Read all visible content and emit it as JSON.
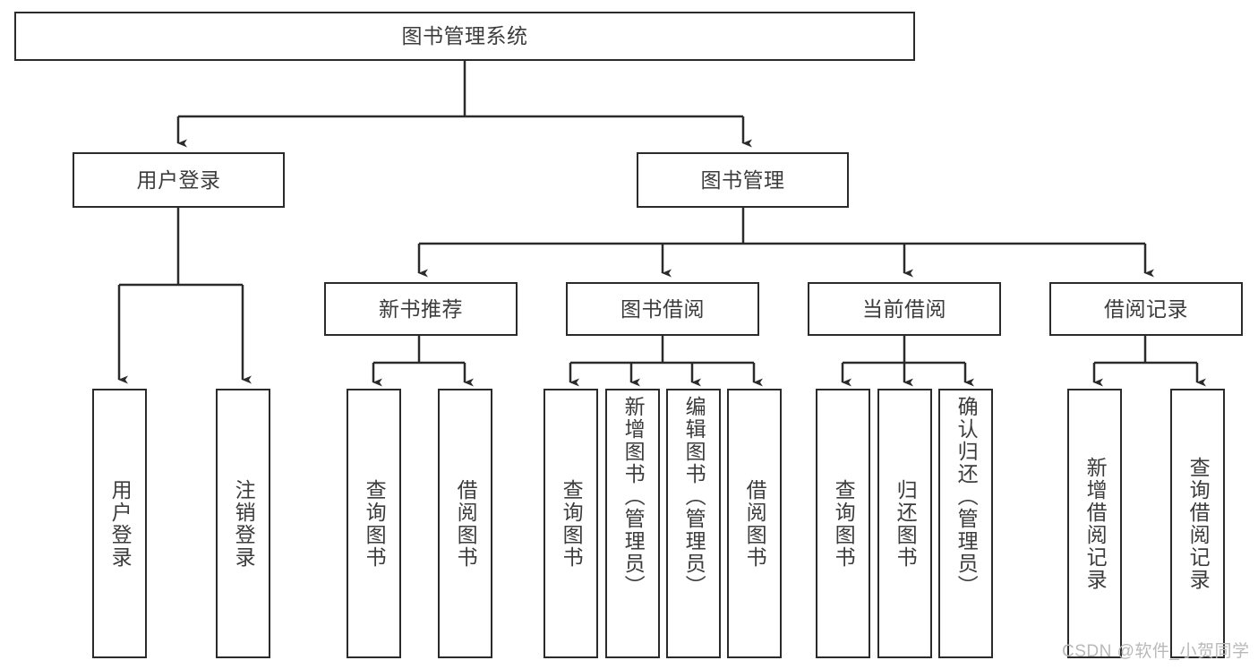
{
  "diagram": {
    "type": "tree",
    "title_node": {
      "label": "图书管理系统"
    },
    "level2": [
      {
        "id": "user-login",
        "label": "用户登录"
      },
      {
        "id": "book-management",
        "label": "图书管理"
      }
    ],
    "level3": [
      {
        "id": "new-book-recommend",
        "label": "新书推荐"
      },
      {
        "id": "book-borrow",
        "label": "图书借阅"
      },
      {
        "id": "current-borrow",
        "label": "当前借阅"
      },
      {
        "id": "borrow-record",
        "label": "借阅记录"
      }
    ],
    "leaves": [
      {
        "id": "leaf-user-login",
        "label": "用户登录"
      },
      {
        "id": "leaf-logout-login",
        "label": "注销登录"
      },
      {
        "id": "leaf-query-book-1",
        "label": "查询图书"
      },
      {
        "id": "leaf-borrow-book-1",
        "label": "借阅图书"
      },
      {
        "id": "leaf-query-book-2",
        "label": "查询图书"
      },
      {
        "id": "leaf-add-book",
        "label": "新增图书（管理员）"
      },
      {
        "id": "leaf-edit-book",
        "label": "编辑图书（管理员）"
      },
      {
        "id": "leaf-borrow-book-2",
        "label": "借阅图书"
      },
      {
        "id": "leaf-query-book-3",
        "label": "查询图书"
      },
      {
        "id": "leaf-return-book",
        "label": "归还图书"
      },
      {
        "id": "leaf-confirm-return",
        "label": "确认归还（管理员）"
      },
      {
        "id": "leaf-add-borrow-record",
        "label": "新增借阅记录"
      },
      {
        "id": "leaf-query-borrow-record",
        "label": "查询借阅记录"
      }
    ],
    "watermark": "CSDN @软件_小贺同学",
    "colors": {
      "box_border": "#2b2b2b",
      "box_fill": "#ffffff",
      "text": "#3c3c3c",
      "connector": "#2b2b2b",
      "watermark": "#b9b9b9",
      "background": "#ffffff"
    }
  }
}
